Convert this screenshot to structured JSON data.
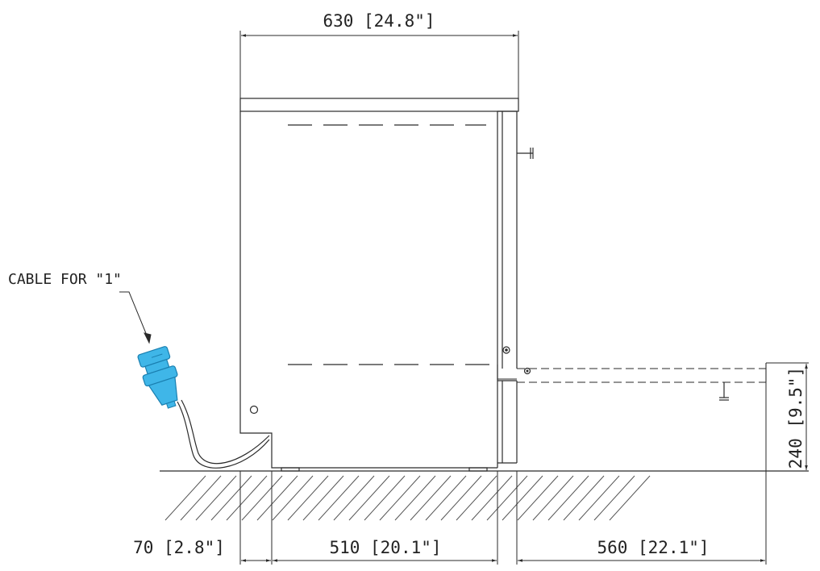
{
  "dimensions": {
    "top_width": "630 [24.8\"]",
    "left_offset": "70 [2.8\"]",
    "body_depth": "510 [20.1\"]",
    "door_open": "560 [22.1\"]",
    "door_height": "240 [9.5\"]"
  },
  "annotations": {
    "cable_label": "CABLE FOR \"1\""
  },
  "colors": {
    "line": "#2a2a2a",
    "plug": "#3fb6e8",
    "plug_stroke": "#1a7fb0"
  }
}
